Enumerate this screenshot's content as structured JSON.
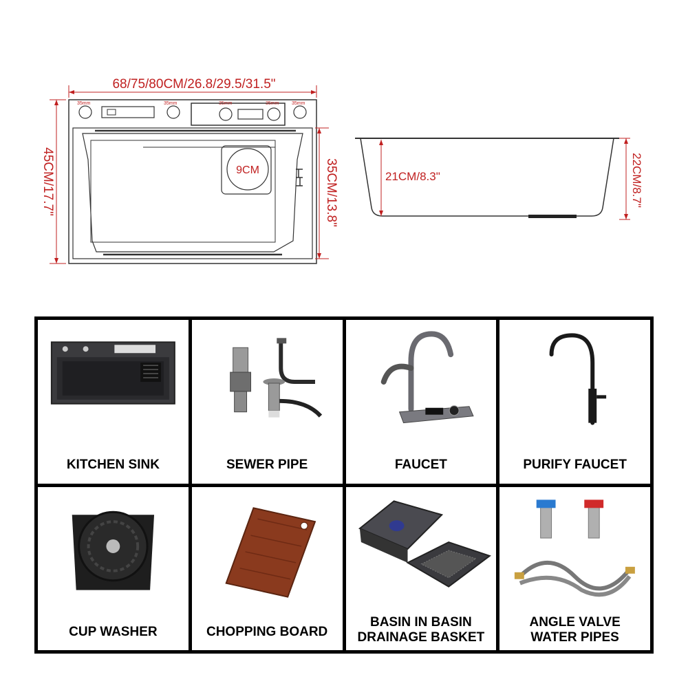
{
  "top_view": {
    "width_label": "68/75/80CM/26.8/29.5/31.5\"",
    "height_label": "45CM/17.7\"",
    "inner_height_label": "35CM/13.8\"",
    "circle_label": "9CM",
    "spacing_labels": [
      "35mm",
      "35mm",
      "35mm",
      "35mm",
      "35mm"
    ]
  },
  "side_view": {
    "inner_depth_label": "21CM/8.3\"",
    "outer_depth_label": "22CM/8.7\""
  },
  "accessories": [
    {
      "line1": "KITCHEN SINK",
      "line2": ""
    },
    {
      "line1": "SEWER PIPE",
      "line2": ""
    },
    {
      "line1": "FAUCET",
      "line2": ""
    },
    {
      "line1": "PURIFY FAUCET",
      "line2": ""
    },
    {
      "line1": "CUP WASHER",
      "line2": ""
    },
    {
      "line1": "CHOPPING BOARD",
      "line2": ""
    },
    {
      "line1": "BASIN IN BASIN",
      "line2": "DRAINAGE BASKET"
    },
    {
      "line1": "ANGLE VALVE",
      "line2": "WATER PIPES"
    }
  ],
  "colors": {
    "dimension": "#c02020",
    "outline": "#333333",
    "grid": "#000000"
  }
}
